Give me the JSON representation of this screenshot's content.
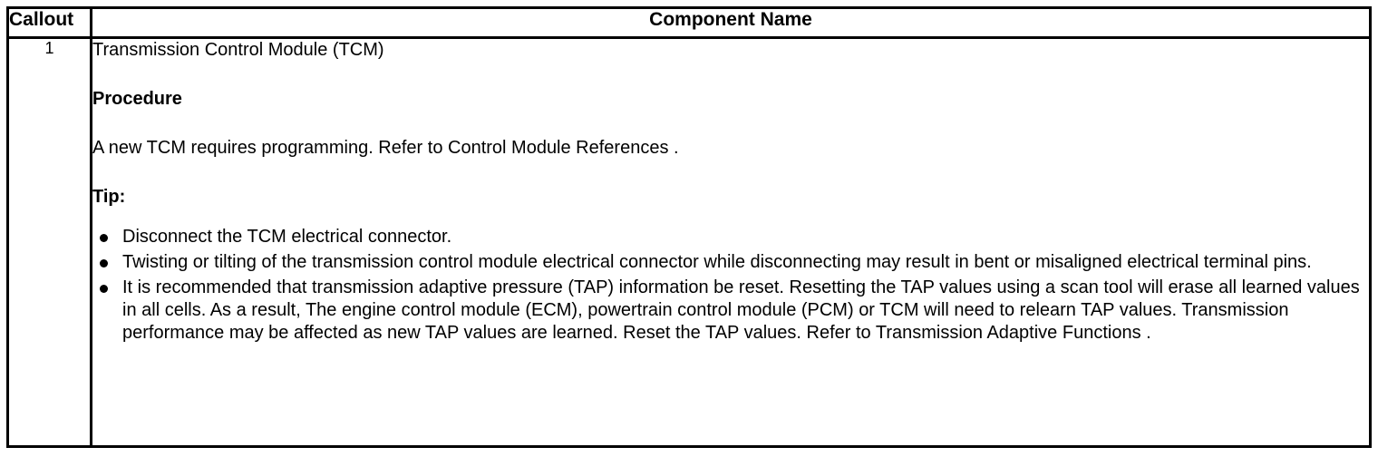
{
  "table": {
    "headers": {
      "callout": "Callout",
      "component": "Component Name"
    },
    "rows": [
      {
        "callout": "1",
        "title": "Transmission Control Module (TCM)",
        "procedure_heading": "Procedure",
        "procedure_text": "A new TCM requires programming. Refer to Control Module References .",
        "tip_heading": "Tip:",
        "tips": [
          "Disconnect the TCM electrical connector.",
          "Twisting or tilting of the transmission control module electrical connector while disconnecting may result in bent or misaligned electrical terminal pins.",
          "It is recommended that transmission adaptive pressure (TAP) information be reset. Resetting the TAP values using a scan tool will erase all learned values in all cells. As a result, The engine control module (ECM), powertrain control module (PCM) or TCM will need to relearn TAP values. Transmission performance may be affected as new TAP values are learned. Reset the TAP values. Refer to Transmission Adaptive Functions ."
        ]
      }
    ]
  },
  "colors": {
    "border": "#000000",
    "text": "#000000",
    "background": "#ffffff"
  }
}
